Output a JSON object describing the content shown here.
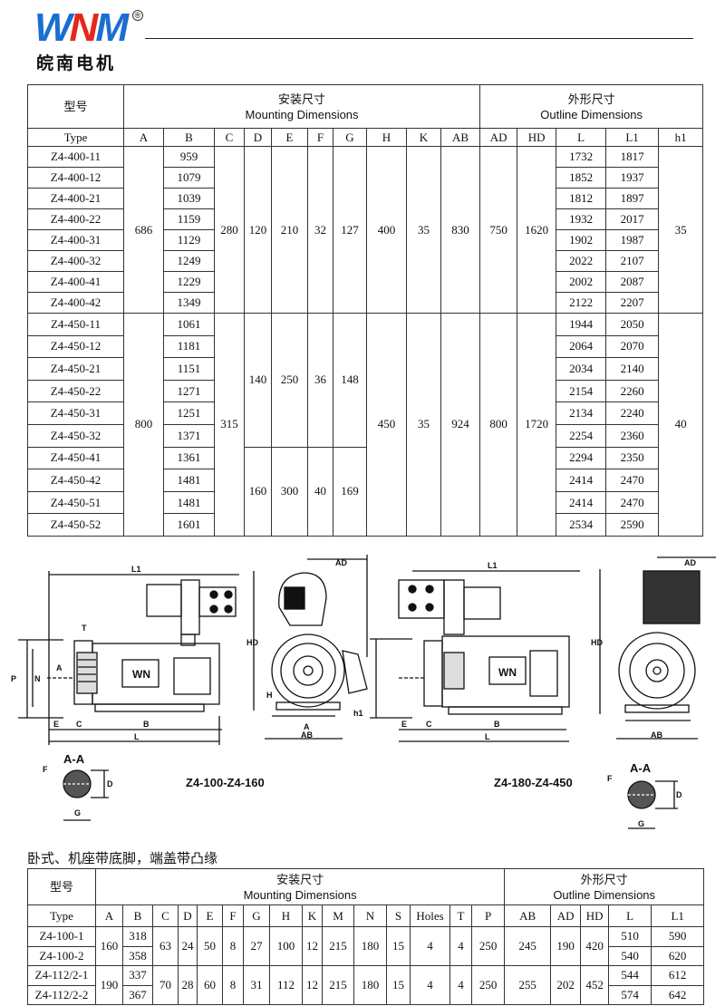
{
  "header": {
    "logo_text": "WNM",
    "logo_letters": [
      "W",
      "N",
      "M"
    ],
    "registered_mark": "®",
    "company_name": "皖南电机"
  },
  "table1": {
    "type_cn": "型号",
    "mounting_cn": "安装尺寸",
    "mounting_en": "Mounting Dimensions",
    "outline_cn": "外形尺寸",
    "outline_en": "Outline Dimensions",
    "columns": [
      "Type",
      "A",
      "B",
      "C",
      "D",
      "E",
      "F",
      "G",
      "H",
      "K",
      "AB",
      "AD",
      "HD",
      "L",
      "L1",
      "h1"
    ],
    "groups": [
      {
        "types": [
          "Z4-400-11",
          "Z4-400-12",
          "Z4-400-21",
          "Z4-400-22",
          "Z4-400-31",
          "Z4-400-32",
          "Z4-400-41",
          "Z4-400-42"
        ],
        "A": "686",
        "B": [
          "959",
          "1079",
          "1039",
          "1159",
          "1129",
          "1249",
          "1229",
          "1349"
        ],
        "C": "280",
        "subgroups": [
          {
            "count": 8,
            "D": "120",
            "E": "210",
            "F": "32",
            "G": "127"
          }
        ],
        "H": "400",
        "K": "35",
        "AB": "830",
        "AD": "750",
        "HD": "1620",
        "L": [
          "1732",
          "1852",
          "1812",
          "1932",
          "1902",
          "2022",
          "2002",
          "2122"
        ],
        "L1": [
          "1817",
          "1937",
          "1897",
          "2017",
          "1987",
          "2107",
          "2087",
          "2207"
        ],
        "h1": "35"
      },
      {
        "types": [
          "Z4-450-11",
          "Z4-450-12",
          "Z4-450-21",
          "Z4-450-22",
          "Z4-450-31",
          "Z4-450-32",
          "Z4-450-41",
          "Z4-450-42",
          "Z4-450-51",
          "Z4-450-52"
        ],
        "A": "800",
        "B": [
          "1061",
          "1181",
          "1151",
          "1271",
          "1251",
          "1371",
          "1361",
          "1481",
          "1481",
          "1601"
        ],
        "C": "315",
        "subgroups": [
          {
            "count": 6,
            "D": "140",
            "E": "250",
            "F": "36",
            "G": "148"
          },
          {
            "count": 4,
            "D": "160",
            "E": "300",
            "F": "40",
            "G": "169"
          }
        ],
        "H": "450",
        "K": "35",
        "AB": "924",
        "AD": "800",
        "HD": "1720",
        "L": [
          "1944",
          "2064",
          "2034",
          "2154",
          "2134",
          "2254",
          "2294",
          "2414",
          "2414",
          "2534"
        ],
        "L1": [
          "2050",
          "2070",
          "2140",
          "2260",
          "2240",
          "2360",
          "2350",
          "2470",
          "2470",
          "2590"
        ],
        "h1": "40"
      }
    ]
  },
  "drawings": {
    "model_range_1": "Z4-100-Z4-160",
    "model_range_2": "Z4-180-Z4-450",
    "section_label": "A-A",
    "nameplate": "WN",
    "dims": {
      "L1": "L1",
      "T": "T",
      "P": "P",
      "N": "N",
      "A": "A",
      "E": "E",
      "C": "C",
      "B": "B",
      "L": "L",
      "AD": "AD",
      "HD": "HD",
      "H": "H",
      "h1": "h1",
      "AB": "AB",
      "D": "D",
      "G": "G",
      "F": "F"
    }
  },
  "table2": {
    "subtitle": "卧式、机座带底脚，端盖带凸缘",
    "type_cn": "型号",
    "mounting_cn": "安装尺寸",
    "mounting_en": "Mounting Dimensions",
    "outline_cn": "外形尺寸",
    "outline_en": "Outline Dimensions",
    "columns": [
      "Type",
      "A",
      "B",
      "C",
      "D",
      "E",
      "F",
      "G",
      "H",
      "K",
      "M",
      "N",
      "S",
      "Holes",
      "T",
      "P",
      "AB",
      "AD",
      "HD",
      "L",
      "L1"
    ],
    "groups": [
      {
        "types": [
          "Z4-100-1",
          "Z4-100-2"
        ],
        "A": "160",
        "B": [
          "318",
          "358"
        ],
        "C": "63",
        "D": "24",
        "E": "50",
        "F": "8",
        "G": "27",
        "H": "100",
        "K": "12",
        "M": "215",
        "N": "180",
        "S": "15",
        "Holes": "4",
        "T": "4",
        "P": "250",
        "AB": "245",
        "AD": "190",
        "HD": "420",
        "L": [
          "510",
          "540"
        ],
        "L1": [
          "590",
          "620"
        ]
      },
      {
        "types": [
          "Z4-112/2-1",
          "Z4-112/2-2"
        ],
        "A": "190",
        "B": [
          "337",
          "367"
        ],
        "C": "70",
        "D": "28",
        "E": "60",
        "F": "8",
        "G": "31",
        "H": "112",
        "K": "12",
        "M": "215",
        "N": "180",
        "S": "15",
        "Holes": "4",
        "T": "4",
        "P": "250",
        "AB": "255",
        "AD": "202",
        "HD": "452",
        "L": [
          "544",
          "574"
        ],
        "L1": [
          "612",
          "642"
        ]
      }
    ]
  }
}
